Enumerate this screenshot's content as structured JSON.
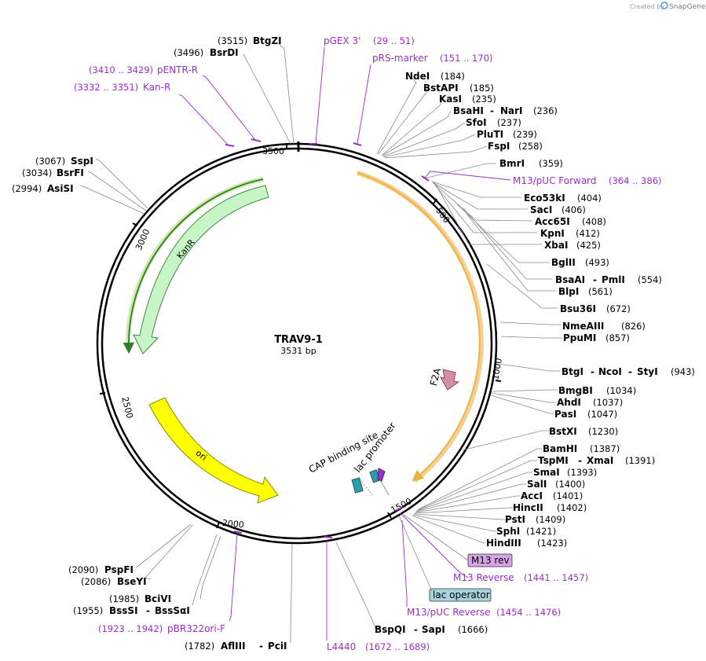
{
  "header": {
    "created_by": "Created by",
    "brand": "SnapGene"
  },
  "plasmid": {
    "name": "TRAV9-1",
    "size_label": "3531 bp",
    "length": 3531
  },
  "ticks": [
    "500",
    "1000",
    "1500",
    "2000",
    "2500",
    "3000",
    "3500"
  ],
  "features": [
    {
      "name": "KanR",
      "color": "#c8f5c8",
      "stroke": "#3b8a3b"
    },
    {
      "name": "ori",
      "color": "#ffff00",
      "stroke": "#8a8a00"
    },
    {
      "name": "F2A",
      "color": "#d58fa5",
      "stroke": "#8a4a5c"
    },
    {
      "name": "CAP binding site",
      "color": "#2f9aa8",
      "stroke": "#1b5f68"
    },
    {
      "name": "lac promoter",
      "color": "#2f9aa8",
      "stroke": "#1b5f68"
    }
  ],
  "enzymes": [
    {
      "name": "BtgZI",
      "pos": "(3515)"
    },
    {
      "name": "BsrDI",
      "pos": "(3496)"
    },
    {
      "name": "NdeI",
      "pos": "(184)"
    },
    {
      "name": "BstAPI",
      "pos": "(185)"
    },
    {
      "name": "KasI",
      "pos": "(235)"
    },
    {
      "name": "BsaHI",
      "name2": "NarI",
      "pos": "(236)"
    },
    {
      "name": "SfoI",
      "pos": "(237)"
    },
    {
      "name": "PluTI",
      "pos": "(239)"
    },
    {
      "name": "FspI",
      "pos": "(258)"
    },
    {
      "name": "BmrI",
      "pos": "(359)"
    },
    {
      "name": "Eco53kI",
      "pos": "(404)"
    },
    {
      "name": "SacI",
      "pos": "(406)"
    },
    {
      "name": "Acc65I",
      "pos": "(408)"
    },
    {
      "name": "KpnI",
      "pos": "(412)"
    },
    {
      "name": "XbaI",
      "pos": "(425)"
    },
    {
      "name": "BglII",
      "pos": "(493)"
    },
    {
      "name": "BsaAI",
      "name2": "PmlI",
      "pos": "(554)"
    },
    {
      "name": "BlpI",
      "pos": "(561)"
    },
    {
      "name": "Bsu36I",
      "pos": "(672)"
    },
    {
      "name": "NmeAIII",
      "pos": "(826)"
    },
    {
      "name": "PpuMI",
      "pos": "(857)"
    },
    {
      "name": "BtgI",
      "name2": "NcoI",
      "name3": "StyI",
      "pos": "(943)"
    },
    {
      "name": "BmgBI",
      "pos": "(1034)"
    },
    {
      "name": "AhdI",
      "pos": "(1037)"
    },
    {
      "name": "PasI",
      "pos": "(1047)"
    },
    {
      "name": "BstXI",
      "pos": "(1230)"
    },
    {
      "name": "BamHI",
      "pos": "(1387)"
    },
    {
      "name": "TspMI",
      "name2": "XmaI",
      "pos": "(1391)"
    },
    {
      "name": "SmaI",
      "pos": "(1393)"
    },
    {
      "name": "SalI",
      "pos": "(1400)"
    },
    {
      "name": "AccI",
      "pos": "(1401)"
    },
    {
      "name": "HincII",
      "pos": "(1402)"
    },
    {
      "name": "PstI",
      "pos": "(1409)"
    },
    {
      "name": "SphI",
      "pos": "(1421)"
    },
    {
      "name": "HindIII",
      "pos": "(1423)"
    },
    {
      "name": "BspQI",
      "name2": "SapI",
      "pos": "(1666)"
    },
    {
      "name": "AflIII",
      "name2": "PciI",
      "pos": "(1782)"
    },
    {
      "name": "BssSI",
      "name2": "BssSαI",
      "pos": "(1955)"
    },
    {
      "name": "BciVI",
      "pos": "(1985)"
    },
    {
      "name": "BseYI",
      "pos": "(2086)"
    },
    {
      "name": "PspFI",
      "pos": "(2090)"
    },
    {
      "name": "AsiSI",
      "pos": "(2994)"
    },
    {
      "name": "BsrFI",
      "pos": "(3034)"
    },
    {
      "name": "SspI",
      "pos": "(3067)"
    }
  ],
  "primers": [
    {
      "name": "pGEX 3'",
      "range": "(29 .. 51)"
    },
    {
      "name": "pRS-marker",
      "range": "(151 .. 170)"
    },
    {
      "name": "pENTR-R",
      "range": "(3410 .. 3429)"
    },
    {
      "name": "Kan-R",
      "range": "(3332 .. 3351)"
    },
    {
      "name": "M13/pUC Forward",
      "range": "(364 .. 386)"
    },
    {
      "name": "M13 Reverse",
      "range": "(1441 .. 1457)"
    },
    {
      "name": "M13/pUC Reverse",
      "range": "(1454 .. 1476)"
    },
    {
      "name": "L4440",
      "range": "(1672 .. 1689)"
    },
    {
      "name": "pBR322ori-F",
      "range": "(1923 .. 1942)"
    }
  ],
  "boxed_features": [
    {
      "name": "M13 rev",
      "color": "#d9a3e6"
    },
    {
      "name": "lac operator",
      "color": "#a6d4dd"
    }
  ],
  "colors": {
    "backbone": "#000000",
    "primer": "#9a2ec8",
    "orf_arrow": "#f0b040",
    "kanr_arrow": "#2f7d2f",
    "leader": "#888888"
  }
}
